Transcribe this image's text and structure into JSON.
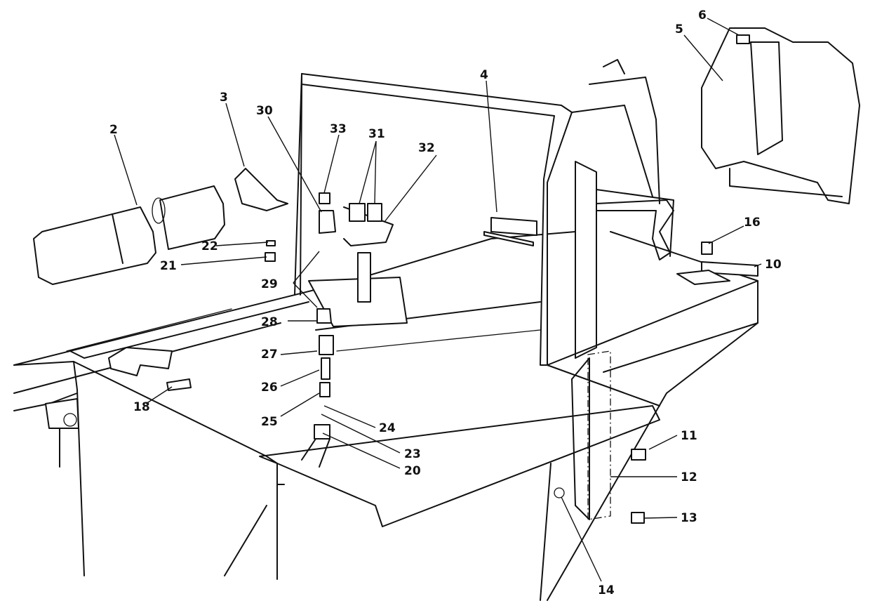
{
  "diagram": {
    "callouts": [
      "2",
      "3",
      "4",
      "5",
      "6",
      "10",
      "11",
      "12",
      "13",
      "14",
      "16",
      "18",
      "20",
      "21",
      "22",
      "23",
      "24",
      "25",
      "26",
      "27",
      "28",
      "29",
      "30",
      "31",
      "32",
      "33"
    ]
  }
}
